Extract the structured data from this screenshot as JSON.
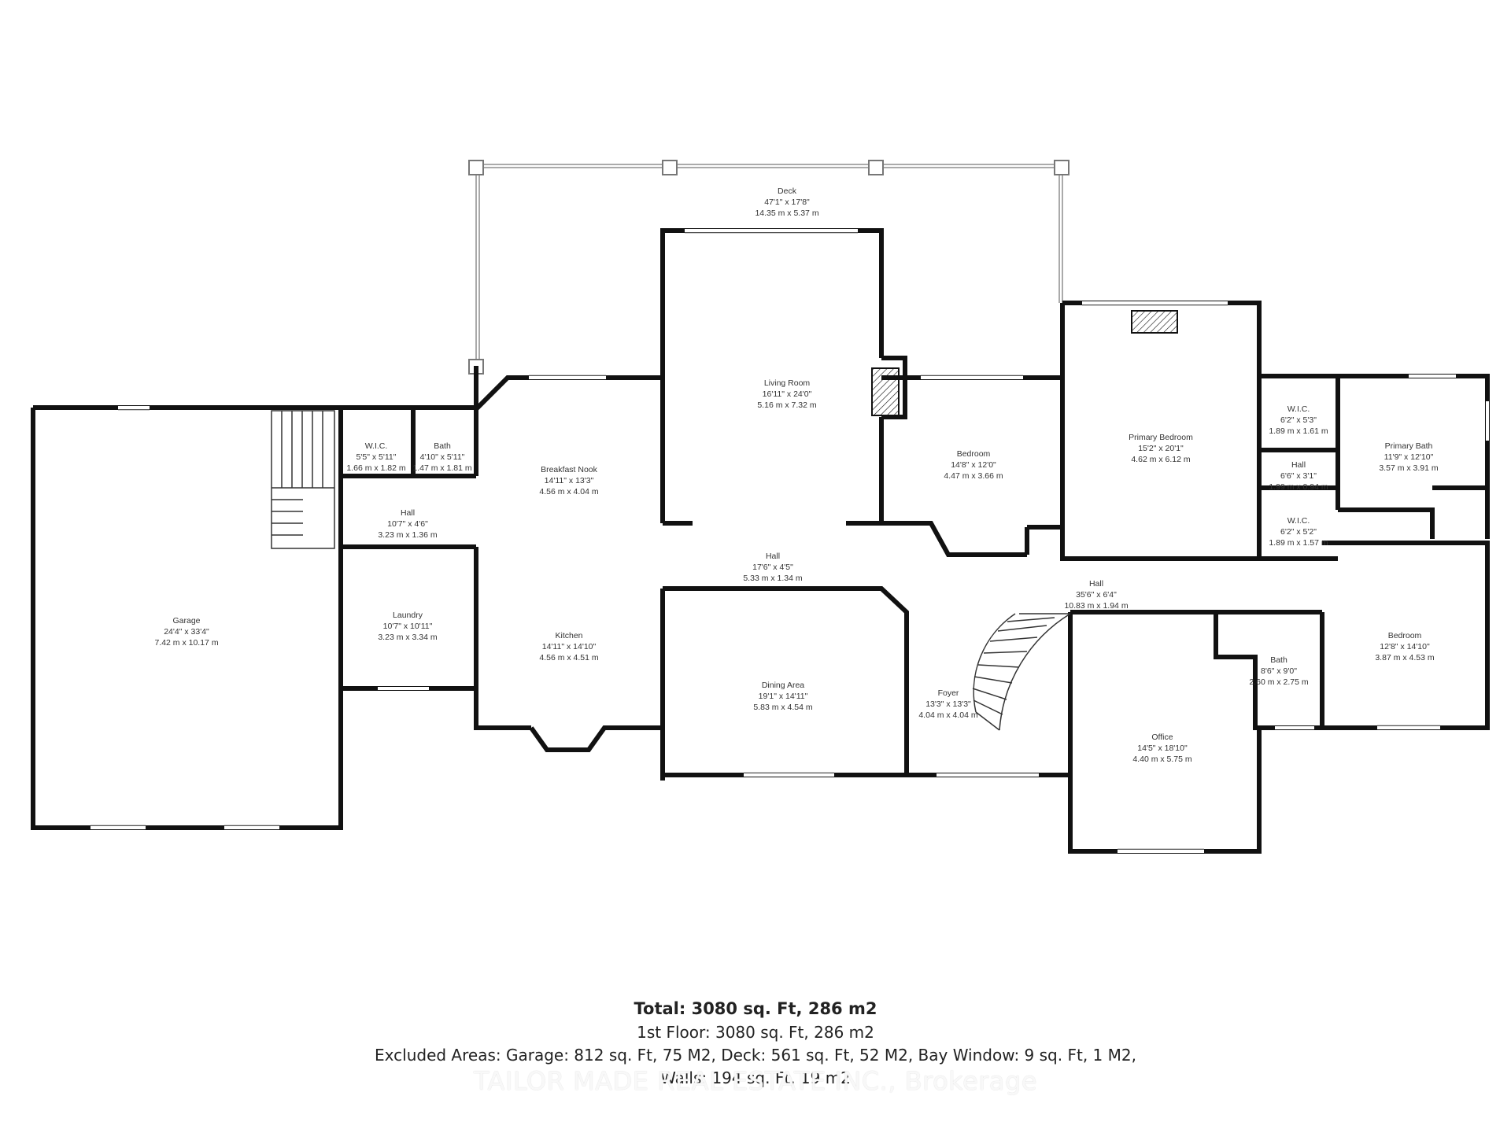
{
  "floor_plan": {
    "rooms": [
      {
        "id": "deck",
        "name": "Deck",
        "imperial": "47'1\" x 17'8\"",
        "metric": "14.35 m x 5.37 m"
      },
      {
        "id": "living-room",
        "name": "Living Room",
        "imperial": "16'11\" x 24'0\"",
        "metric": "5.16 m x 7.32 m"
      },
      {
        "id": "primary-bedroom",
        "name": "Primary Bedroom",
        "imperial": "15'2\" x 20'1\"",
        "metric": "4.62 m x 6.12 m"
      },
      {
        "id": "wic-1",
        "name": "W.I.C.",
        "imperial": "6'2\" x 5'3\"",
        "metric": "1.89 m x 1.61 m"
      },
      {
        "id": "primary-bath",
        "name": "Primary Bath",
        "imperial": "11'9\" x 12'10\"",
        "metric": "3.57 m x 3.91 m"
      },
      {
        "id": "bedroom-1",
        "name": "Bedroom",
        "imperial": "14'8\" x 12'0\"",
        "metric": "4.47 m x 3.66 m"
      },
      {
        "id": "hall-small",
        "name": "Hall",
        "imperial": "6'6\" x 3'1\"",
        "metric": "1.99 m x 0.94 m"
      },
      {
        "id": "wic-2",
        "name": "W.I.C.",
        "imperial": "6'2\" x 5'2\"",
        "metric": "1.89 m x 1.57 m"
      },
      {
        "id": "breakfast-nook",
        "name": "Breakfast Nook",
        "imperial": "14'11\" x 13'3\"",
        "metric": "4.56 m x 4.04 m"
      },
      {
        "id": "wic-3",
        "name": "W.I.C.",
        "imperial": "5'5\" x 5'11\"",
        "metric": "1.66 m x 1.82 m"
      },
      {
        "id": "bath-1",
        "name": "Bath",
        "imperial": "4'10\" x 5'11\"",
        "metric": "1.47 m x 1.81 m"
      },
      {
        "id": "hall-west",
        "name": "Hall",
        "imperial": "10'7\" x 4'6\"",
        "metric": "3.23 m x 1.36 m"
      },
      {
        "id": "hall-center",
        "name": "Hall",
        "imperial": "17'6\" x 4'5\"",
        "metric": "5.33 m x 1.34 m"
      },
      {
        "id": "hall-main",
        "name": "Hall",
        "imperial": "35'6\" x 6'4\"",
        "metric": "10.83 m x 1.94 m"
      },
      {
        "id": "garage",
        "name": "Garage",
        "imperial": "24'4\" x 33'4\"",
        "metric": "7.42 m x 10.17 m"
      },
      {
        "id": "laundry",
        "name": "Laundry",
        "imperial": "10'7\" x 10'11\"",
        "metric": "3.23 m x 3.34 m"
      },
      {
        "id": "kitchen",
        "name": "Kitchen",
        "imperial": "14'11\" x 14'10\"",
        "metric": "4.56 m x 4.51 m"
      },
      {
        "id": "dining-area",
        "name": "Dining Area",
        "imperial": "19'1\" x 14'11\"",
        "metric": "5.83 m x 4.54 m"
      },
      {
        "id": "foyer",
        "name": "Foyer",
        "imperial": "13'3\" x 13'3\"",
        "metric": "4.04 m x 4.04 m"
      },
      {
        "id": "bath-2",
        "name": "Bath",
        "imperial": "8'6\" x 9'0\"",
        "metric": "2.60 m x 2.75 m"
      },
      {
        "id": "bedroom-2",
        "name": "Bedroom",
        "imperial": "12'8\" x 14'10\"",
        "metric": "3.87 m x 4.53 m"
      },
      {
        "id": "office",
        "name": "Office",
        "imperial": "14'5\" x 18'10\"",
        "metric": "4.40 m x 5.75 m"
      }
    ]
  },
  "summary": {
    "total": "Total: 3080 sq. Ft, 286 m2",
    "first_floor": "1st Floor: 3080 sq. Ft, 286 m2",
    "excluded": "Excluded Areas: Garage: 812 sq. Ft, 75 M2, Deck: 561 sq. Ft, 52 M2, Bay Window: 9 sq. Ft, 1 M2,",
    "walls": "Walls: 194 sq. Ft, 19 m2"
  },
  "watermark": "TAILOR MADE REAL ESTATE INC., Brokerage",
  "colors": {
    "wall": "#111111",
    "thin_line": "#bbbbbb",
    "text": "#333333"
  }
}
